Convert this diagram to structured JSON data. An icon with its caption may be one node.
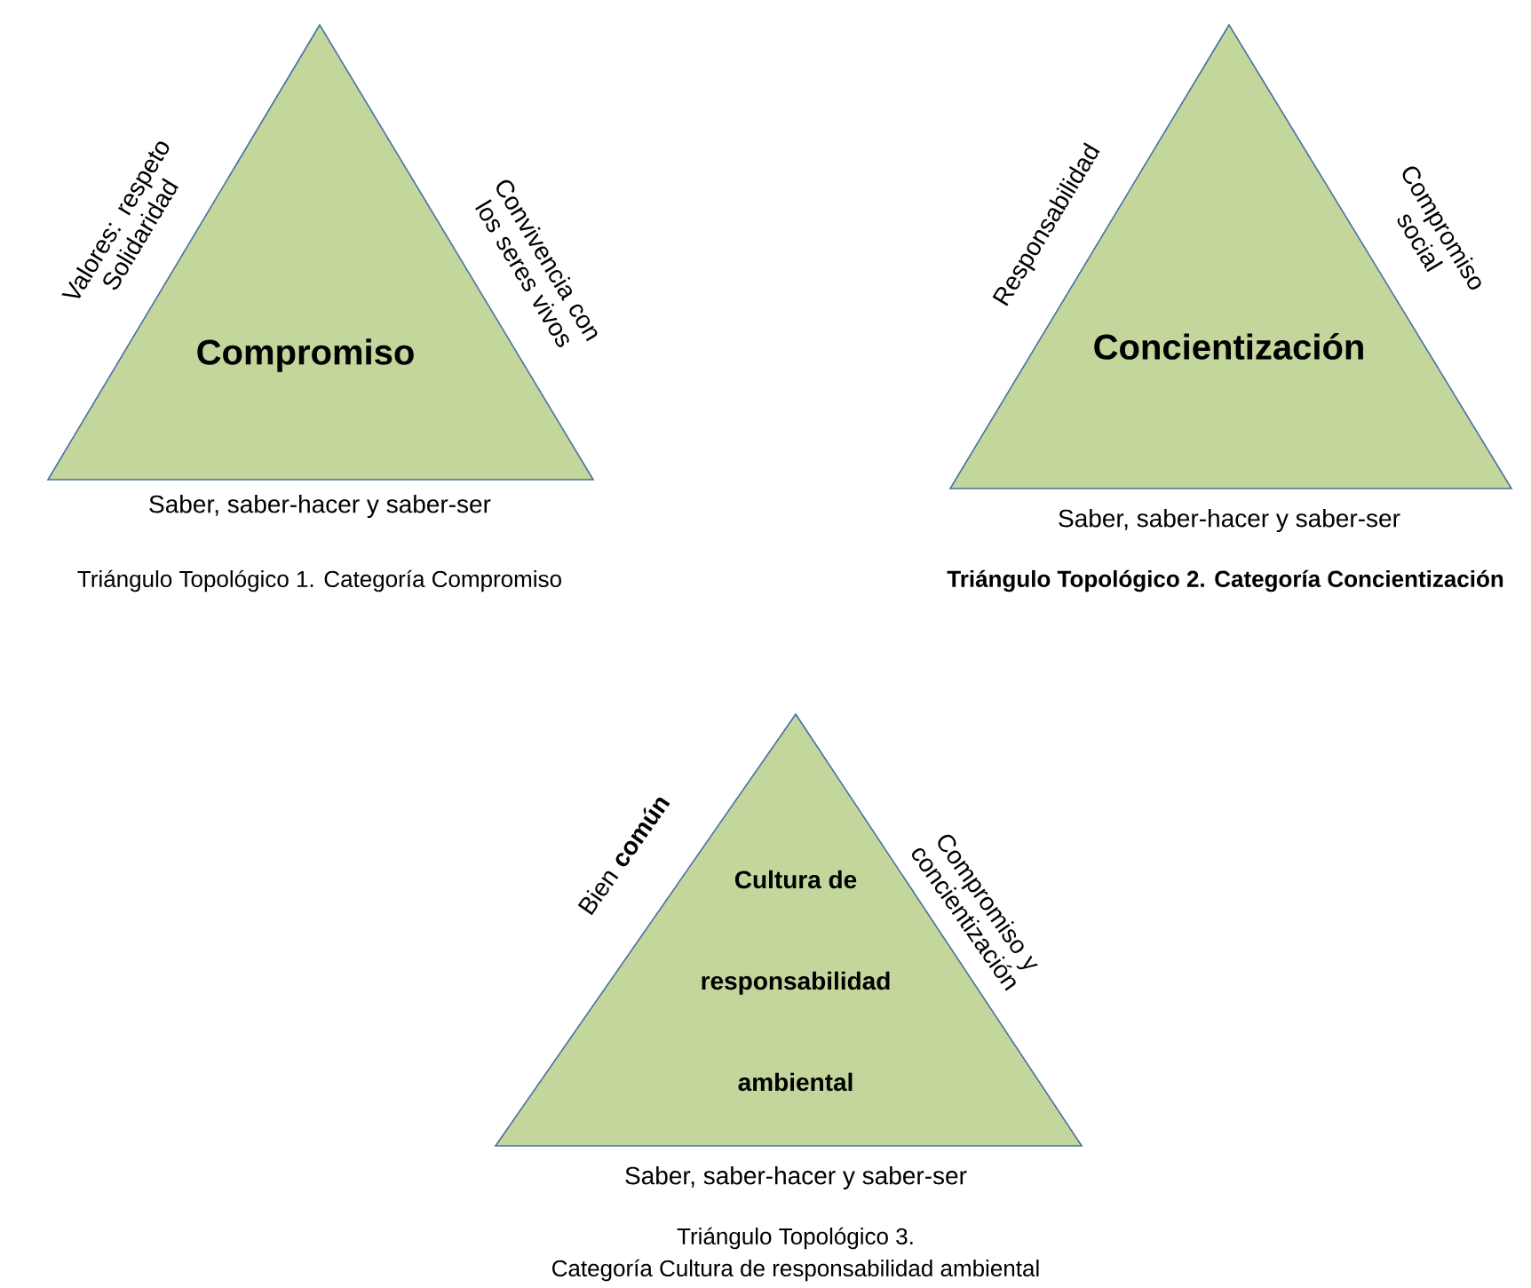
{
  "diagram": {
    "nodes": [
      {
        "text": [
          "Compromiso"
        ],
        "beside": [
          "Valores: respeto Solidaridad",
          "Convivencia con los seres vivos",
          "Saber, saber-hacer y saber-ser"
        ]
      },
      {
        "text": [
          "Concientización"
        ],
        "beside": [
          "Responsabilidad",
          "Compromiso social",
          "Saber, saber-hacer y saber-ser"
        ]
      },
      {
        "text": [
          "Cultura de",
          "responsabilidad",
          "ambiental"
        ],
        "beside": [
          "Bien **común**",
          "Compromiso y concientización",
          "Saber, saber-hacer y saber-ser"
        ]
      }
    ],
    "labels": [
      "Triángulo Topológico 1.  Categoría Compromiso",
      "Triángulo Topológico 2.  Categoría Concientización",
      "Triángulo Topológico 3.",
      "Categoría Cultura de responsabilidad ambiental"
    ]
  }
}
